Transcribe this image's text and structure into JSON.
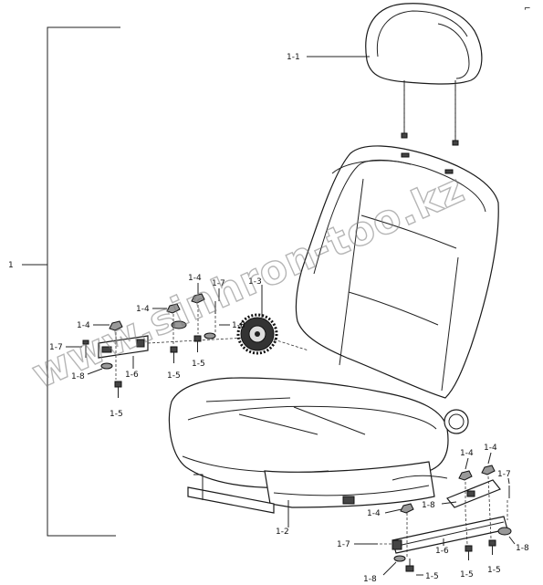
{
  "corner_mark": "⌐",
  "watermark": "www.sinhron-too.kz",
  "labels": {
    "main": "1",
    "headrest": "1-1",
    "seat": "1-2",
    "gear": "1-3",
    "l_1_4_a": "1-4",
    "l_1_4_b": "1-4",
    "l_1_4_c": "1-4",
    "l_1_7_a": "1-7",
    "l_1_7_b": "1-7",
    "l_1_8_a": "1-8",
    "l_1_8_b": "1-8",
    "l_1_6_a": "1-6",
    "l_1_5_a": "1-5",
    "l_1_5_b": "1-5",
    "l_1_5_c": "1-5",
    "r_1_4_a": "1-4",
    "r_1_4_b": "1-4",
    "r_1_4_c": "1-4",
    "r_1_7_a": "1-7",
    "r_1_7_b": "1-7",
    "r_1_8_a": "1-8",
    "r_1_8_b": "1-8",
    "r_1_8_c": "1-8",
    "r_1_6_a": "1-6",
    "r_1_5_a": "1-5",
    "r_1_5_b": "1-5"
  }
}
